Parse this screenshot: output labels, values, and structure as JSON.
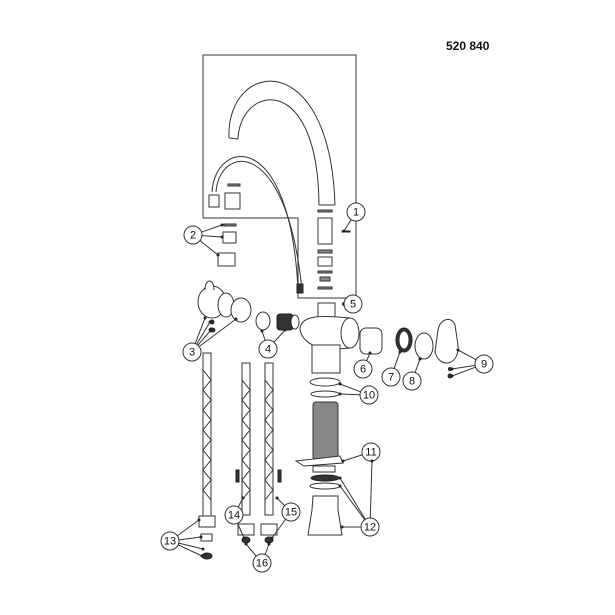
{
  "title": "520 840",
  "callouts": [
    "1",
    "2",
    "3",
    "4",
    "5",
    "6",
    "7",
    "8",
    "9",
    "10",
    "11",
    "12",
    "13",
    "14",
    "15",
    "16"
  ]
}
